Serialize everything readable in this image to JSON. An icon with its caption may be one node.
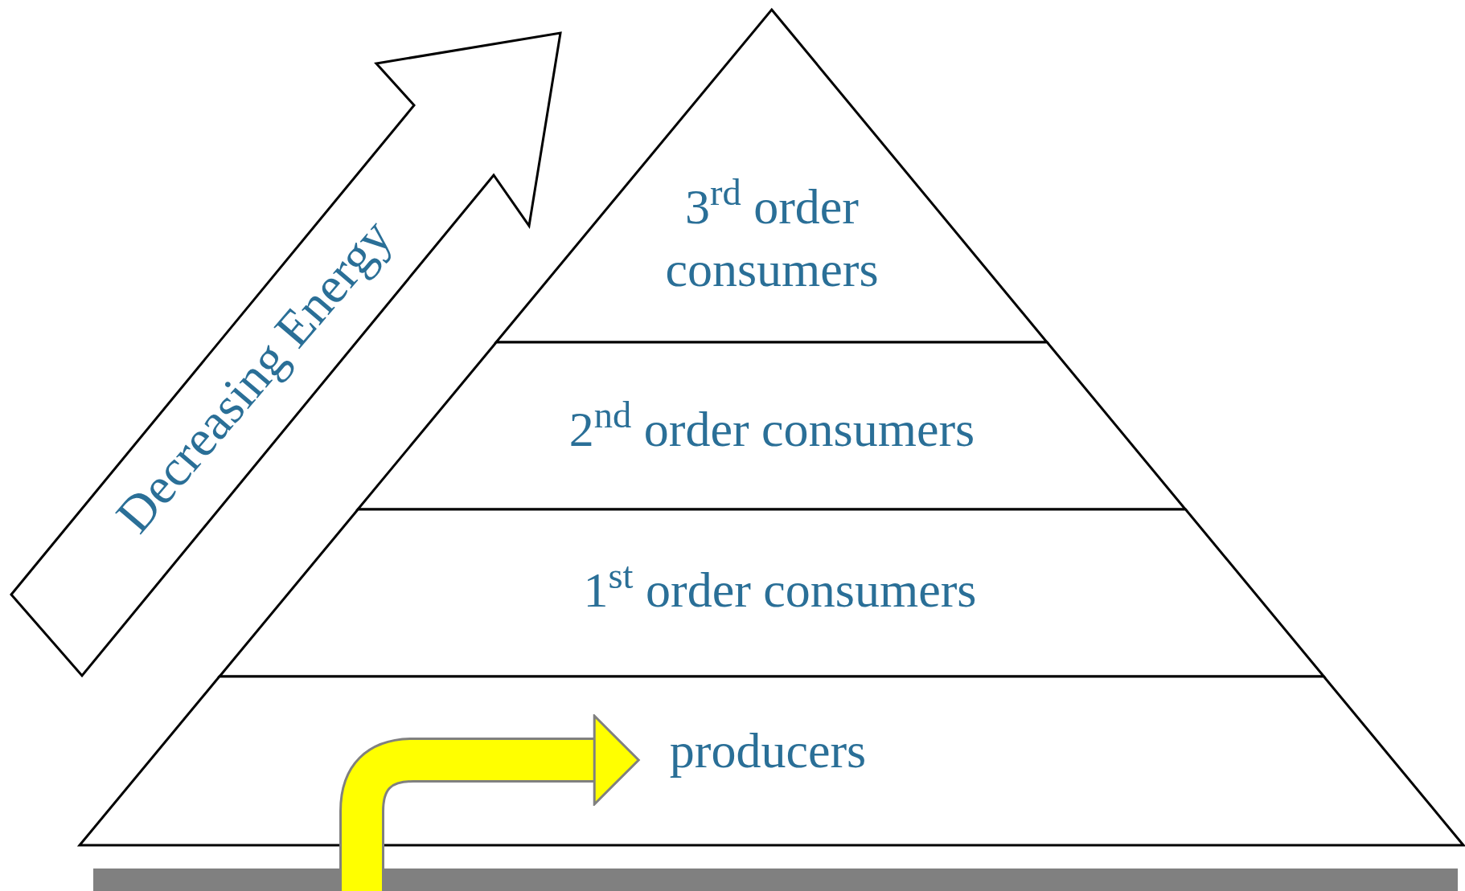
{
  "diagram": {
    "nodes": [
      {
        "text": [
          "3$^{rd}$ order consumers"
        ]
      },
      {
        "text": [
          "2$^{nd}$ order consumers"
        ]
      },
      {
        "text": [
          "1$^{st}$ order consumers"
        ]
      },
      {
        "text": [
          "producers"
        ]
      }
    ],
    "edges": [
      {
        "from": null,
        "to": 3,
        "arrow": "to"
      }
    ],
    "labels": [
      "Decreasing Energy"
    ]
  }
}
